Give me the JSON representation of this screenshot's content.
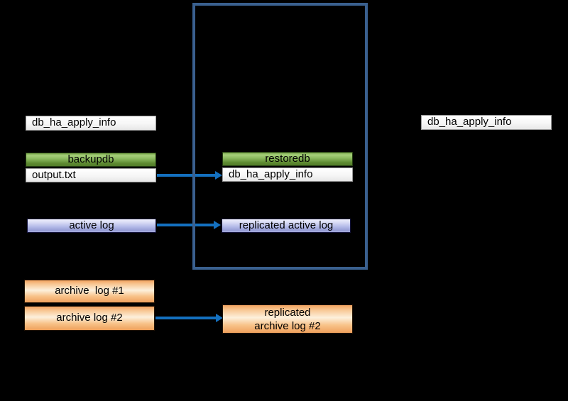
{
  "colors": {
    "background": "#000000",
    "container_border": "#3a608f",
    "arrow": "#1470bf",
    "green_box": "#6f9f3f",
    "lavender_box": "#b3bae8",
    "orange_box": "#f2a360",
    "white_box": "#f6f6f6",
    "box_text": "#000000"
  },
  "boxes": {
    "left_db_info": {
      "label": "db_ha_apply_info"
    },
    "backupdb": {
      "label": "backupdb"
    },
    "output_txt": {
      "label": "output.txt"
    },
    "restoredb": {
      "label": "restoredb"
    },
    "mid_db_info": {
      "label": "db_ha_apply_info"
    },
    "active_log": {
      "label": "active log"
    },
    "replicated_active_log": {
      "label": "replicated active log"
    },
    "archive_log_1": {
      "label": "archive  log #1"
    },
    "archive_log_2": {
      "label": "archive log #2"
    },
    "replicated_archive_log_2": {
      "line1": "replicated",
      "line2": "archive log #2"
    },
    "right_db_info": {
      "label": "db_ha_apply_info"
    }
  },
  "arrows": [
    {
      "from": "output.txt",
      "to": "db_ha_apply_info"
    },
    {
      "from": "active log",
      "to": "replicated active log"
    },
    {
      "from": "archive log #2",
      "to": "replicated archive log #2"
    }
  ]
}
